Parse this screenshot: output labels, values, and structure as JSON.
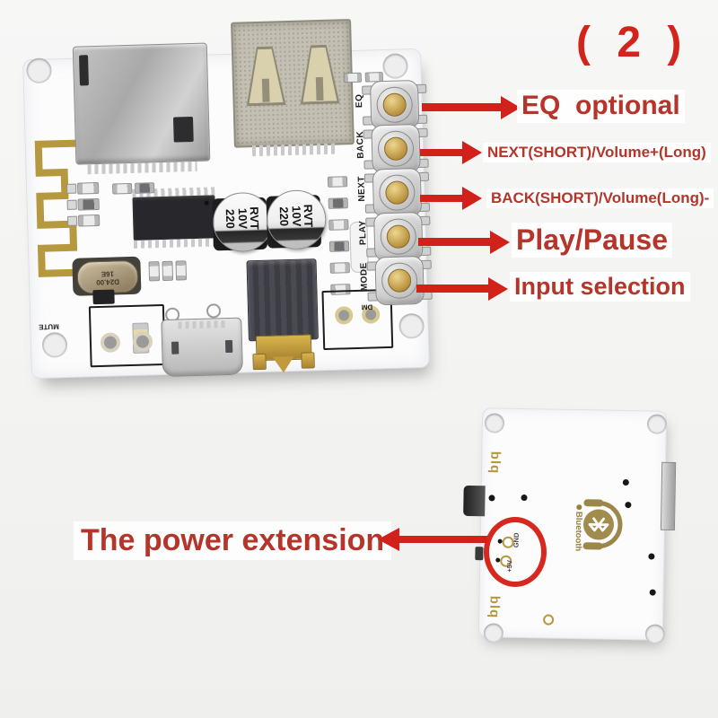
{
  "figure_label": "( 2 )",
  "annotations": [
    {
      "target_button": "EQ",
      "label": "EQ  optional"
    },
    {
      "target_button": "BACK",
      "label": "NEXT(SHORT)/Volume+(Long)"
    },
    {
      "target_button": "NEXT",
      "label": "BACK(SHORT)/Volume(Long)-"
    },
    {
      "target_button": "PLAY",
      "label": "Play/Pause"
    },
    {
      "target_button": "MODE",
      "label": "Input selection"
    }
  ],
  "power": {
    "label": "The power extension"
  },
  "front_board": {
    "button_labels": [
      "EQ",
      "BACK",
      "NEXT",
      "PLAY",
      "MODE"
    ],
    "mute_label": "MUTE",
    "dm_label": "DM",
    "capacitor_lines": [
      "220",
      "10V",
      "RVT"
    ],
    "crystal_lines": [
      "D24.00",
      "16E"
    ]
  },
  "back_board": {
    "silk_mark": "blq",
    "bluetooth_label": "Bluetooth",
    "gnd_label": "GND",
    "plus5v_label": "+5V"
  },
  "colors": {
    "annotation_red": "#b5352a",
    "arrow_red": "#d2211a",
    "pcb_gold": "#b6983f",
    "board_white": "#fcfcfd"
  }
}
